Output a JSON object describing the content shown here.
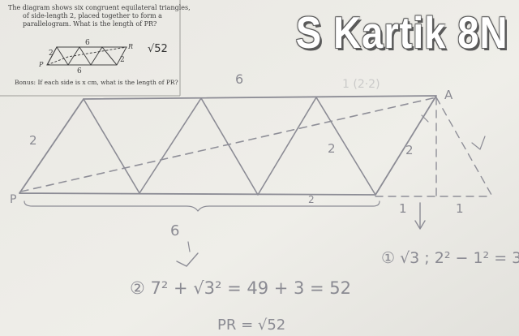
{
  "overlay": {
    "name_text": "S Kartik 8N"
  },
  "worksheet": {
    "problem_line1": "The diagram shows six congruent equilateral triangles,",
    "problem_line2": "of side-length 2, placed together to form a",
    "problem_line3": "parallelogram.  What is the length of PR?",
    "bonus_text": "Bonus: If each side is x cm, what is the length of PR?",
    "diagram": {
      "label_top": "6",
      "label_bottom": "6",
      "label_left": "2",
      "label_right": "2",
      "label_r": "R",
      "label_p": "P",
      "answer": "√52"
    }
  },
  "handwriting": {
    "top_note": "6",
    "faint_top": "1 (2·2)",
    "label_a": "A",
    "label_p": "P",
    "side_left": "2",
    "side_mid": "2",
    "side_right": "2",
    "base_mid": "2",
    "base_left_half": "1",
    "base_right_half": "1",
    "length_6": "6",
    "step1": "① √3 ;  2² − 1² = 3",
    "step2": "② 7² + √3² = 49 + 3 = 52",
    "result": "PR = √52"
  },
  "colors": {
    "paper": "#ecebe6",
    "pencil": "#8c8c95",
    "print_ink": "#3b3b3b",
    "banner": "#ffffff"
  }
}
